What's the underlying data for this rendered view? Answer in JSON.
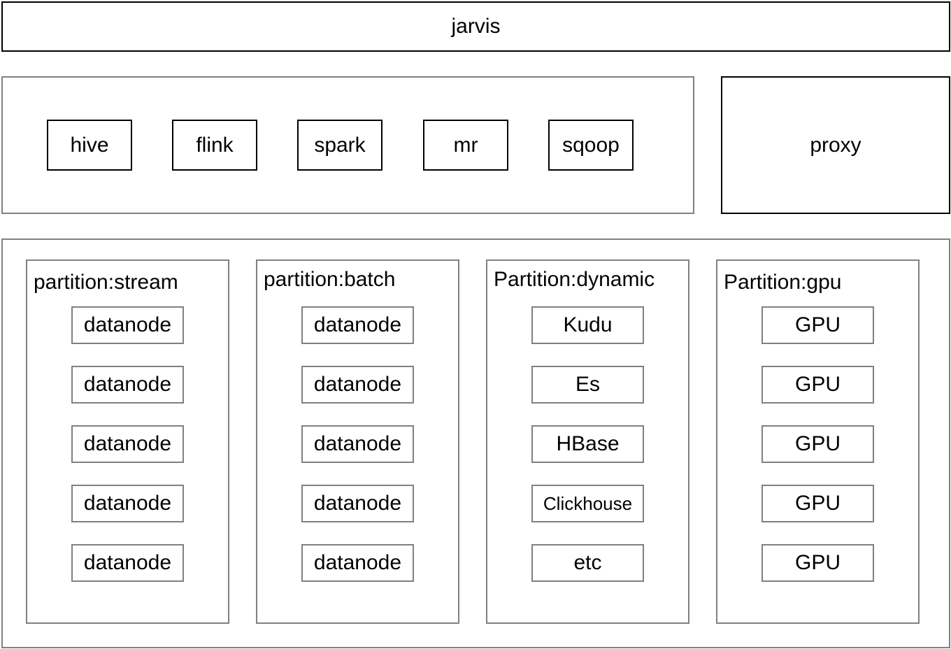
{
  "diagram": {
    "top": {
      "label": "jarvis"
    },
    "engines": [
      {
        "label": "hive"
      },
      {
        "label": "flink"
      },
      {
        "label": "spark"
      },
      {
        "label": "mr"
      },
      {
        "label": "sqoop"
      }
    ],
    "proxy": {
      "label": "proxy"
    },
    "partitions": [
      {
        "title": "partition:stream",
        "nodes": [
          {
            "label": "datanode"
          },
          {
            "label": "datanode"
          },
          {
            "label": "datanode"
          },
          {
            "label": "datanode"
          },
          {
            "label": "datanode"
          }
        ]
      },
      {
        "title": "partition:batch",
        "nodes": [
          {
            "label": "datanode"
          },
          {
            "label": "datanode"
          },
          {
            "label": "datanode"
          },
          {
            "label": "datanode"
          },
          {
            "label": "datanode"
          }
        ]
      },
      {
        "title": "Partition:dynamic",
        "nodes": [
          {
            "label": "Kudu"
          },
          {
            "label": "Es"
          },
          {
            "label": "HBase"
          },
          {
            "label": "Clickhouse"
          },
          {
            "label": "etc"
          }
        ]
      },
      {
        "title": "Partition:gpu",
        "nodes": [
          {
            "label": "GPU"
          },
          {
            "label": "GPU"
          },
          {
            "label": "GPU"
          },
          {
            "label": "GPU"
          },
          {
            "label": "GPU"
          }
        ]
      }
    ],
    "colors": {
      "dark_border": "#000000",
      "light_border": "#808080",
      "background": "#ffffff"
    }
  }
}
